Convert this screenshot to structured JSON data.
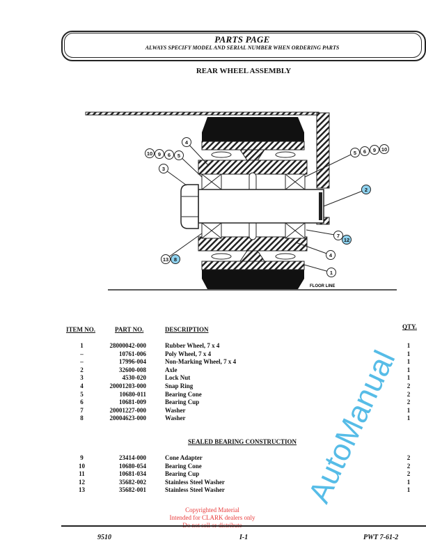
{
  "header": {
    "title": "PARTS PAGE",
    "subtitle": "ALWAYS SPECIFY MODEL AND SERIAL NUMBER WHEN ORDERING PARTS"
  },
  "section_title": "REAR WHEEL ASSEMBLY",
  "diagram": {
    "floor_label": "FLOOR LINE",
    "callouts": [
      "4",
      "10",
      "9",
      "6",
      "5",
      "3",
      "5",
      "6",
      "9",
      "10",
      "2",
      "7",
      "12",
      "4",
      "13",
      "8",
      "1"
    ]
  },
  "table": {
    "headers": {
      "item": "ITEM NO.",
      "part": "PART NO.",
      "desc": "DESCRIPTION",
      "qty": "QTY."
    },
    "rows": [
      {
        "item": "1",
        "part": "28000042-000",
        "desc": "Rubber Wheel, 7 x 4",
        "qty": "1"
      },
      {
        "item": "–",
        "part": "10761-006",
        "desc": "Poly Wheel, 7 x 4",
        "qty": "1"
      },
      {
        "item": "–",
        "part": "17996-004",
        "desc": "Non-Marking Wheel, 7 x 4",
        "qty": "1"
      },
      {
        "item": "2",
        "part": "32600-008",
        "desc": "Axle",
        "qty": "1"
      },
      {
        "item": "3",
        "part": "4530-020",
        "desc": "Lock Nut",
        "qty": "1"
      },
      {
        "item": "4",
        "part": "20001203-000",
        "desc": "Snap Ring",
        "qty": "2"
      },
      {
        "item": "5",
        "part": "10680-011",
        "desc": "Bearing Cone",
        "qty": "2"
      },
      {
        "item": "6",
        "part": "10681-009",
        "desc": "Bearing Cup",
        "qty": "2"
      },
      {
        "item": "7",
        "part": "20001227-000",
        "desc": "Washer",
        "qty": "1"
      },
      {
        "item": "8",
        "part": "20004623-000",
        "desc": "Washer",
        "qty": "1"
      }
    ],
    "sealed_title": "SEALED BEARING CONSTRUCTION",
    "sealed_rows": [
      {
        "item": "9",
        "part": "23414-000",
        "desc": "Cone Adapter",
        "qty": "2"
      },
      {
        "item": "10",
        "part": "10680-054",
        "desc": "Bearing Cone",
        "qty": "2"
      },
      {
        "item": "11",
        "part": "10681-034",
        "desc": "Bearing Cup",
        "qty": "2"
      },
      {
        "item": "12",
        "part": "35682-002",
        "desc": "Stainless Steel Washer",
        "qty": "1"
      },
      {
        "item": "13",
        "part": "35682-001",
        "desc": "Stainless Steel Washer",
        "qty": "1"
      }
    ]
  },
  "footer": {
    "left": "9510",
    "center": "I-1",
    "right": "PWT 7-61-2",
    "copyright": [
      "Copyrighted Material",
      "Intended for CLARK dealers only",
      "Do not sell or distribute"
    ]
  },
  "watermark": "AutoManual"
}
